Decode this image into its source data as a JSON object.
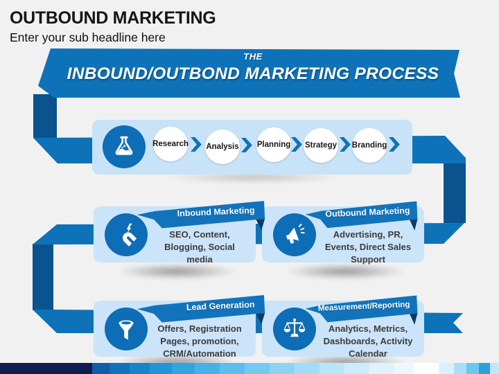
{
  "slide": {
    "title": "OUTBOUND MARKETING",
    "subtitle": "Enter your sub headline here"
  },
  "banner": {
    "kicker": "THE",
    "heading": "INBOUND/OUTBOND MARKETING PROCESS"
  },
  "process": {
    "icon": "flask-icon",
    "steps": [
      "Research",
      "Analysis",
      "Planning",
      "Strategy",
      "Branding"
    ]
  },
  "cards": [
    {
      "icon": "magnet-icon",
      "label": "Inbound Marketing",
      "body": "SEO, Content, Blogging, Social media"
    },
    {
      "icon": "megaphone-icon",
      "label": "Outbound Marketing",
      "body": "Advertising, PR, Events, Direct Sales Support"
    },
    {
      "icon": "funnel-icon",
      "label": "Lead Generation",
      "body": "Offers, Registration Pages, promotion, CRM/Automation"
    },
    {
      "icon": "scale-icon",
      "label": "Measurement/Reporting",
      "body": "Analytics, Metrics, Dashboards, Activity Calendar"
    }
  ],
  "colors": {
    "main_blue": "#0e72b9",
    "fold_blue": "#0a538f",
    "dark_fold": "#0b3c66",
    "panel_blue": "#cbe4f9",
    "circle_blue": "#0d6db6",
    "tag_blue": "#1173bb",
    "bar_navy": "#111c4e",
    "background": "#f1f1f2"
  }
}
